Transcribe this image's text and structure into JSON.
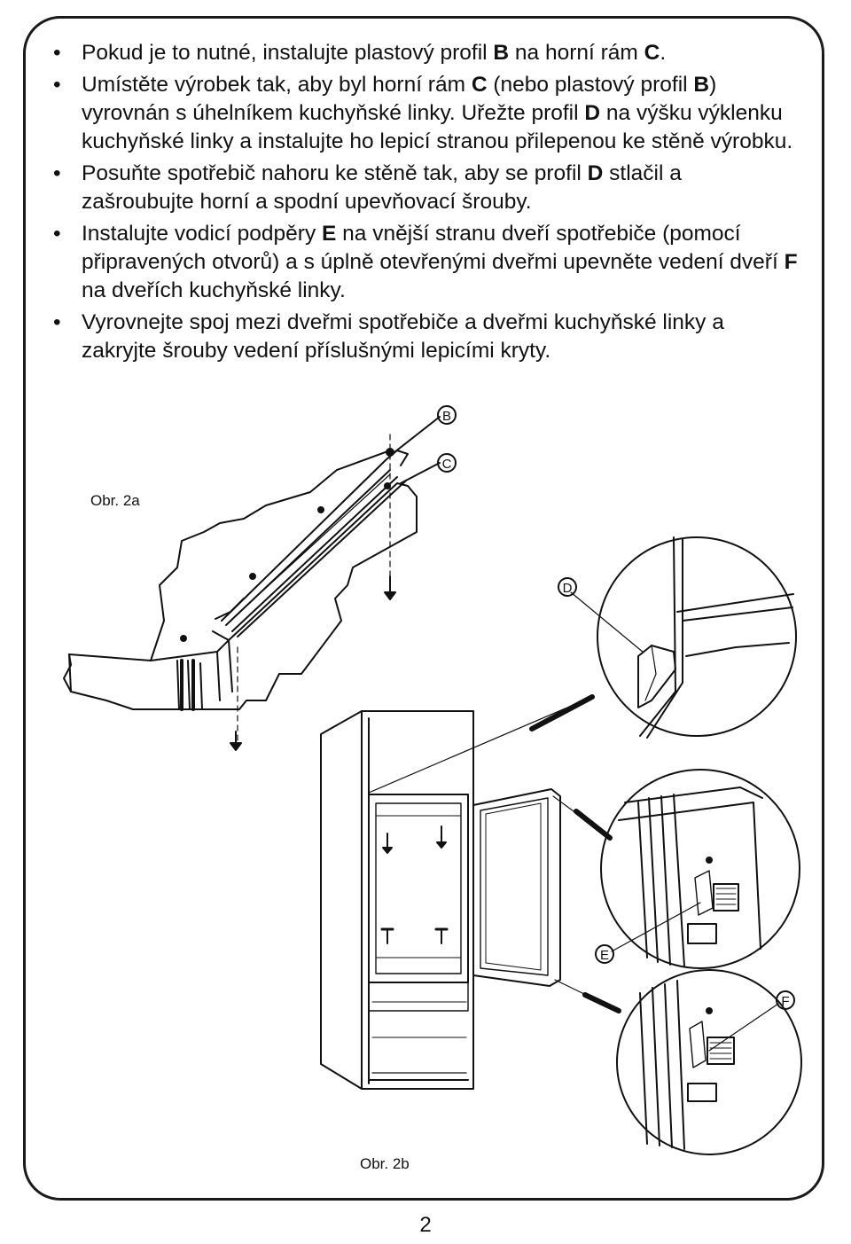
{
  "instructions": [
    {
      "parts": [
        "Pokud je to nutné, instalujte plastový profil ",
        "B",
        " na horní rám ",
        "C",
        "."
      ]
    },
    {
      "parts": [
        "Umístěte výrobek tak, aby byl horní rám ",
        "C",
        " (nebo plastový profil ",
        "B",
        ") vyrovnán s úhelníkem kuchyňské linky. Uřežte profil ",
        "D",
        " na výšku výklenku kuchyňské linky a instalujte ho lepicí stranou přilepenou ke stěně výrobku."
      ]
    },
    {
      "parts": [
        "Posuňte spotřebič nahoru ke stěně tak, aby se profil ",
        "D",
        " stlačil a zašroubujte horní a spodní upevňovací šrouby."
      ]
    },
    {
      "parts": [
        "Instalujte vodicí podpěry ",
        "E",
        " na vnější stranu dveří spotřebiče (pomocí připravených otvorů) a s úplně otevřenými dveřmi upevněte vedení dveří ",
        "F",
        " na dveřích kuchyňské linky."
      ]
    },
    {
      "parts": [
        "Vyrovnejte spoj mezi dveřmi spotřebiče a dveřmi kuchyňské linky a zakryjte šrouby vedení příslušnými lepicími kryty."
      ]
    }
  ],
  "figures": {
    "fig2a_label": "Obr. 2a",
    "fig2b_label": "Obr. 2b",
    "callouts": {
      "b": "B",
      "c": "C",
      "d": "D",
      "e": "E",
      "f": "F"
    }
  },
  "page_number": "2"
}
